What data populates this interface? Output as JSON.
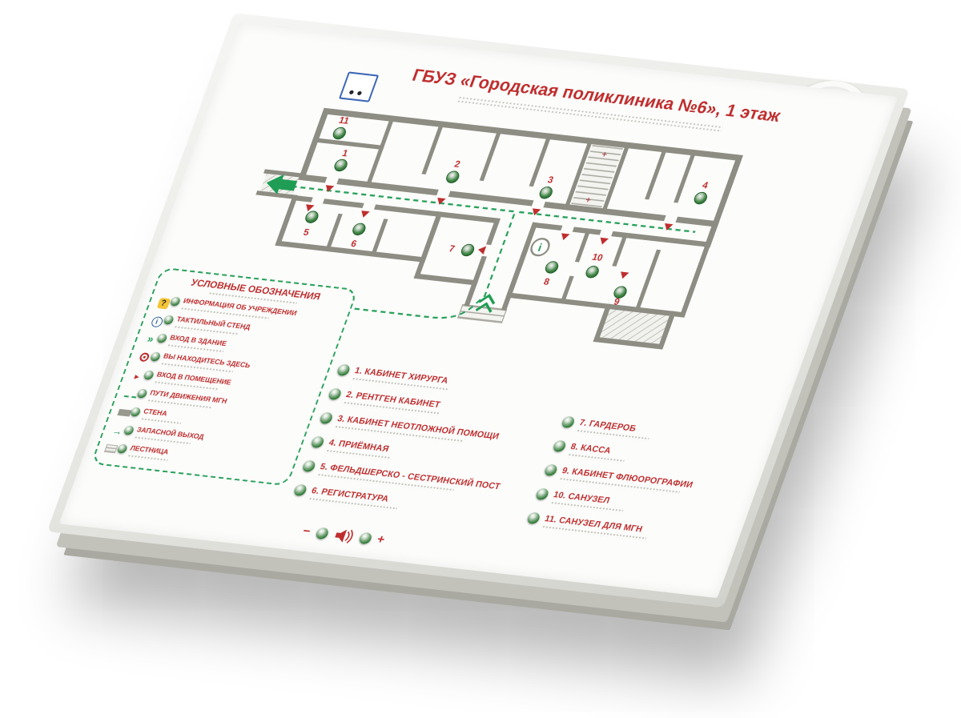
{
  "header": {
    "title": "ГБУЗ «Городская поликлиника №6», 1 этаж"
  },
  "legend": {
    "title": "УСЛОВНЫЕ ОБОЗНАЧЕНИЯ",
    "question_mark": "?",
    "info_mark": "i",
    "chevron_mark": "»",
    "entrance_arrow": "►",
    "exit_arrow": "→",
    "items": [
      {
        "label": "ИНФОРМАЦИЯ ОБ УЧРЕЖДЕНИИ"
      },
      {
        "label": "ТАКТИЛЬНЫЙ СТЕНД"
      },
      {
        "label": "ВХОД В ЗДАНИЕ"
      },
      {
        "label": "ВЫ НАХОДИТЕСЬ ЗДЕСЬ"
      },
      {
        "label": "ВХОД В ПОМЕЩЕНИЕ"
      },
      {
        "label": "ПУТИ ДВИЖЕНИЯ МГН"
      },
      {
        "label": "СТЕНА"
      },
      {
        "label": "ЗАПАСНОЙ ВЫХОД"
      },
      {
        "label": "ЛЕСТНИЦА"
      }
    ]
  },
  "rooms": {
    "left": [
      {
        "label": "1. КАБИНЕТ ХИРУРГА"
      },
      {
        "label": "2. РЕНТГЕН КАБИНЕТ"
      },
      {
        "label": "3. КАБИНЕТ НЕОТЛОЖНОЙ ПОМОЩИ"
      },
      {
        "label": "4. ПРИЁМНАЯ"
      },
      {
        "label": "5. ФЕЛЬДШЕРСКО - СЕСТРИНСКИЙ ПОСТ"
      },
      {
        "label": "6. РЕГИСТРАТУРА"
      }
    ],
    "right": [
      {
        "label": "7. ГАРДЕРОБ"
      },
      {
        "label": "8. КАССА"
      },
      {
        "label": "9. КАБИНЕТ ФЛЮОРОГРАФИИ"
      },
      {
        "label": "10. САНУЗЕЛ"
      },
      {
        "label": "11. САНУЗЕЛ ДЛЯ МГН"
      }
    ]
  },
  "plan": {
    "markers": {
      "m1": "1",
      "m2": "2",
      "m3": "3",
      "m4": "4",
      "m5": "5",
      "m6": "6",
      "m7": "7",
      "m8": "8",
      "m9": "9",
      "m10": "10",
      "m11": "11"
    },
    "info_symbol": "i",
    "stair_plus_top": "+",
    "stair_plus_bottom": "+"
  },
  "controls": {
    "volume_down": "−",
    "volume_up": "+"
  },
  "colors": {
    "accent_red": "#bf2e2e",
    "marker_green": "#2f7d36",
    "path_green": "#2aa25c",
    "wall_gray": "#8d8d83"
  }
}
